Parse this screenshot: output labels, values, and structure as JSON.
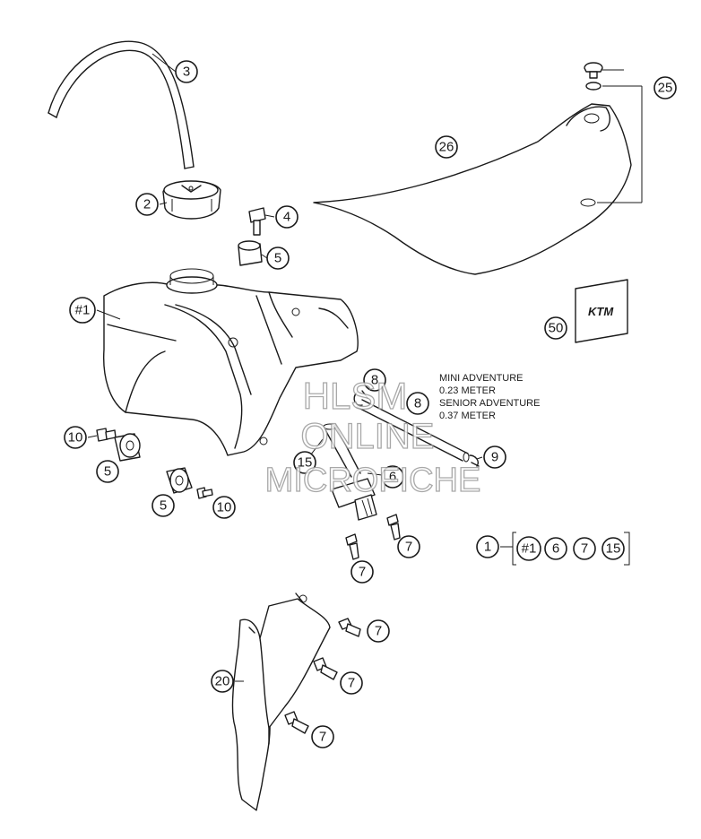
{
  "diagram": {
    "callouts": {
      "c3": "3",
      "c2": "2",
      "c4": "4",
      "c5a": "5",
      "c26": "26",
      "c25": "25",
      "c1h": "#1",
      "c50": "50",
      "c10a": "10",
      "c5b": "5",
      "c5c": "5",
      "c10b": "10",
      "c8a": "8",
      "c8b": "8",
      "c9": "9",
      "c15": "15",
      "c6": "6",
      "c7a": "7",
      "c7b": "7",
      "c1": "1",
      "k1h": "#1",
      "k6": "6",
      "k7": "7",
      "k15": "15",
      "c7c": "7",
      "c7d": "7",
      "c7e": "7",
      "c20": "20"
    },
    "notes": {
      "mini": "MINI ADVENTURE",
      "mini_len": "0.23 METER",
      "senior": "SENIOR ADVENTURE",
      "senior_len": "0.37 METER"
    },
    "logo": "KTM",
    "watermark": {
      "line1": "HLSM",
      "line2": "ONLINE",
      "line3": "MICROFICHE"
    }
  }
}
